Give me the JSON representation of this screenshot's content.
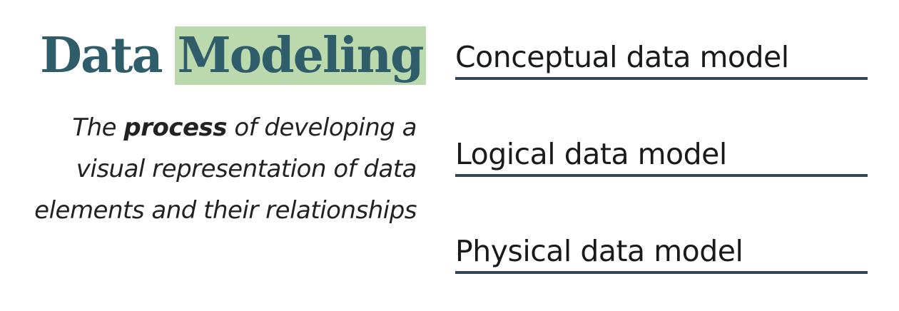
{
  "title": {
    "word1": "Data",
    "word2": "Modeling"
  },
  "definition": {
    "before": "The ",
    "emphasis": "process",
    "after": " of developing a visual representation of data elements and their relationships"
  },
  "models": [
    {
      "label": "Conceptual data model"
    },
    {
      "label": "Logical data model"
    },
    {
      "label": "Physical data model"
    }
  ],
  "colors": {
    "title_text": "#2f5e6a",
    "highlight": "#bcd9ad",
    "underline": "#2f4756"
  }
}
